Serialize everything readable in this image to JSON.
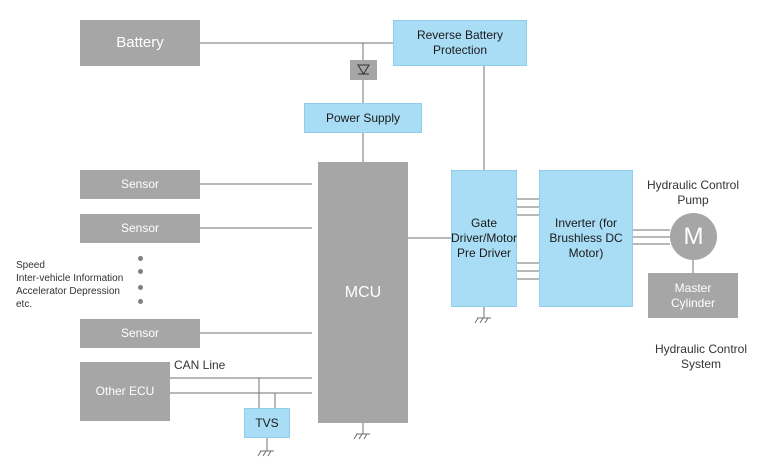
{
  "blocks": {
    "battery": "Battery",
    "reverse_protection": "Reverse Battery Protection",
    "power_supply": "Power Supply",
    "sensors": [
      "Sensor",
      "Sensor",
      "Sensor"
    ],
    "other_ecu": "Other ECU",
    "tvs": "TVS",
    "mcu": "MCU",
    "gate_driver": "Gate Driver/Motor Pre Driver",
    "inverter": "Inverter (for Brushless DC Motor)",
    "motor": "M",
    "master_cylinder": "Master Cylinder"
  },
  "labels": {
    "can_line": "CAN Line",
    "hydraulic_pump": "Hydraulic Control Pump",
    "hydraulic_system": "Hydraulic Control System",
    "sensor_types": [
      "Speed",
      "Inter-vehicle Information",
      "Accelerator Depression",
      "etc."
    ]
  },
  "colors": {
    "gray_block": "#a6a6a6",
    "blue_block": "#a9ddf5",
    "wire": "#707070"
  }
}
